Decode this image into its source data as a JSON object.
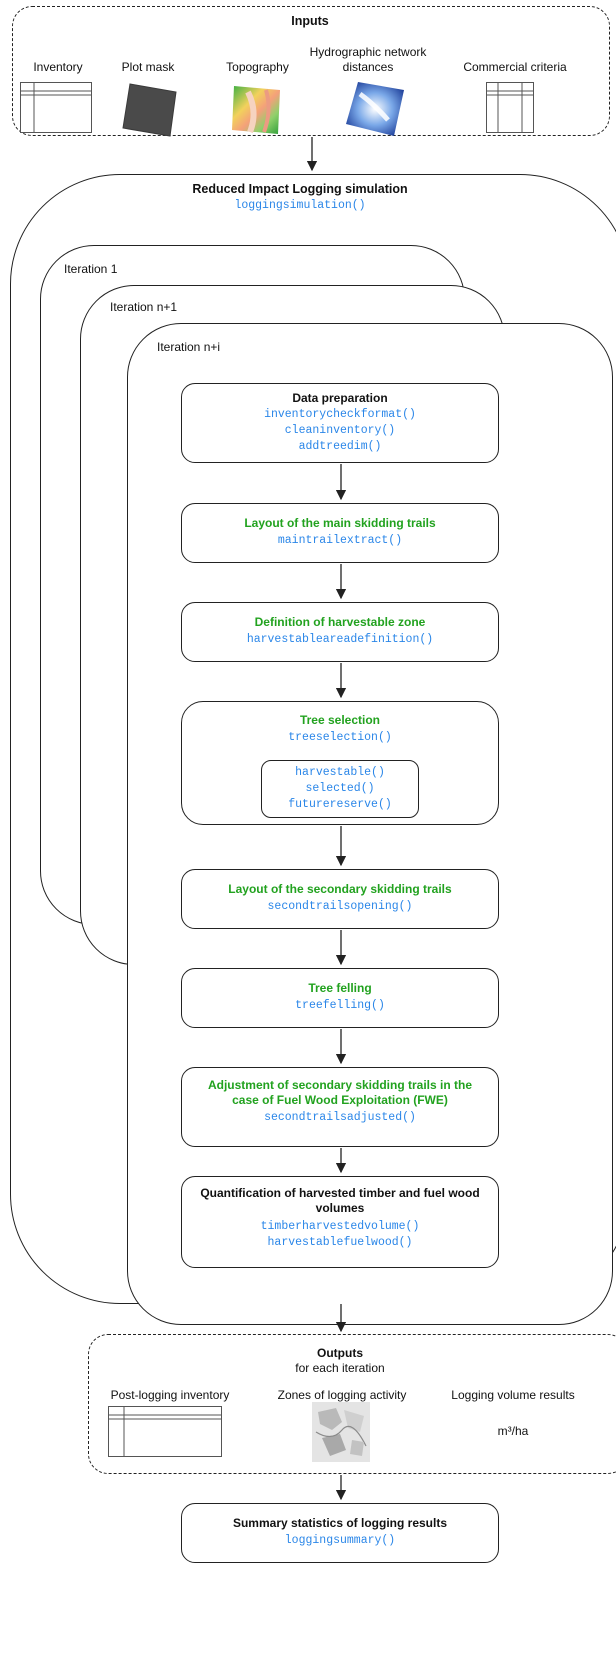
{
  "inputs": {
    "title": "Inputs",
    "items": [
      {
        "label": "Inventory",
        "icon": "table-icon"
      },
      {
        "label": "Plot mask",
        "icon": "plot-mask-icon"
      },
      {
        "label": "Topography",
        "icon": "topography-map-icon"
      },
      {
        "label": "Hydrographic network distances",
        "icon": "hydro-map-icon"
      },
      {
        "label": "Commercial criteria",
        "icon": "table-icon"
      }
    ]
  },
  "simulation": {
    "title": "Reduced Impact Logging simulation",
    "func": "loggingsimulation()"
  },
  "iterations": [
    "Iteration 1",
    "Iteration n+1",
    "Iteration n+i"
  ],
  "steps": {
    "data_prep": {
      "title": "Data preparation",
      "funcs": [
        "inventorycheckformat()",
        "cleaninventory()",
        "addtreedim()"
      ]
    },
    "main_trails": {
      "title": "Layout of the main skidding trails",
      "func": "maintrailextract()"
    },
    "harvest_zone": {
      "title": "Definition of harvestable zone",
      "func": "harvestableareadefinition()"
    },
    "tree_selection": {
      "title": "Tree selection",
      "func": "treeselection()",
      "sub_funcs": [
        "harvestable()",
        "selected()",
        "futurereserve()"
      ]
    },
    "second_trails": {
      "title": "Layout of the secondary skidding trails",
      "func": "secondtrailsopening()"
    },
    "felling": {
      "title": "Tree felling",
      "func": "treefelling()"
    },
    "adjust": {
      "title_line1": "Adjustment of secondary skidding trails in the",
      "title_line2": "case of Fuel Wood Exploitation (FWE)",
      "func": "secondtrailsadjusted()"
    },
    "quant": {
      "title_line1": "Quantification of harvested timber and fuel wood",
      "title_line2": "volumes",
      "funcs": [
        "timberharvestedvolume()",
        "harvestablefuelwood()"
      ]
    }
  },
  "outputs": {
    "title": "Outputs",
    "subtitle": "for each iteration",
    "items": [
      {
        "label": "Post-logging inventory",
        "icon": "table-icon"
      },
      {
        "label": "Zones of logging activity",
        "icon": "logging-zones-map-icon"
      },
      {
        "label": "Logging volume results",
        "unit": "m³/ha"
      }
    ]
  },
  "summary": {
    "title": "Summary statistics of logging results",
    "func": "loggingsummary()"
  },
  "colors": {
    "step_title_green": "#22a21f",
    "function_blue": "#2a86e8",
    "line": "#222222"
  }
}
